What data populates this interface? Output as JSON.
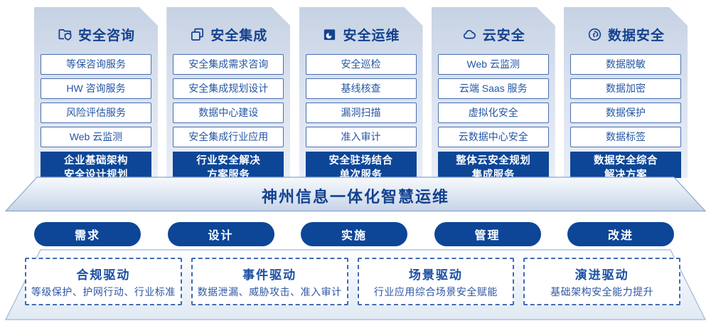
{
  "colors": {
    "navy": "#0d4697",
    "heading_text": "#14418e",
    "item_text": "#2456a5",
    "item_border": "#4a6fb2",
    "dashed_border": "#3f6bb8",
    "card_bg_top": "#c6d2e4",
    "card_bg_bottom": "#e9eef6"
  },
  "columns": [
    {
      "title": "安全咨询",
      "icon": "folder-shield-icon",
      "items": [
        "等保咨询服务",
        "HW 咨询服务",
        "风险评估服务",
        "Web 云监测"
      ],
      "footer_line1": "企业基础架构",
      "footer_line2": "安全设计规划"
    },
    {
      "title": "安全集成",
      "icon": "documents-icon",
      "items": [
        "安全集成需求咨询",
        "安全集成规划设计",
        "数据中心建设",
        "安全集成行业应用"
      ],
      "footer_line1": "行业安全解决",
      "footer_line2": "方案服务"
    },
    {
      "title": "安全运维",
      "icon": "folder-clock-icon",
      "items": [
        "安全巡检",
        "基线核查",
        "漏洞扫描",
        "准入审计"
      ],
      "footer_line1": "安全驻场结合",
      "footer_line2": "单次服务"
    },
    {
      "title": "云安全",
      "icon": "cloud-icon",
      "items": [
        "Web 云监测",
        "云端 Saas 服务",
        "虚拟化安全",
        "云数据中心安全"
      ],
      "footer_line1": "整体云安全规划",
      "footer_line2": "集成服务"
    },
    {
      "title": "数据安全",
      "icon": "fingerprint-icon",
      "items": [
        "数据脱敏",
        "数据加密",
        "数据保护",
        "数据标签"
      ],
      "footer_line1": "数据安全综合",
      "footer_line2": "解决方案"
    }
  ],
  "banner": {
    "title": "神州信息一体化智慧运维"
  },
  "phases": [
    {
      "label": "需求"
    },
    {
      "label": "设计"
    },
    {
      "label": "实施"
    },
    {
      "label": "管理"
    },
    {
      "label": "改进"
    }
  ],
  "drivers": [
    {
      "title": "合规驱动",
      "desc": "等级保护、护网行动、行业标准"
    },
    {
      "title": "事件驱动",
      "desc": "数据泄漏、威胁攻击、准入审计"
    },
    {
      "title": "场景驱动",
      "desc": "行业应用综合场景安全赋能"
    },
    {
      "title": "演进驱动",
      "desc": "基础架构安全能力提升"
    }
  ]
}
